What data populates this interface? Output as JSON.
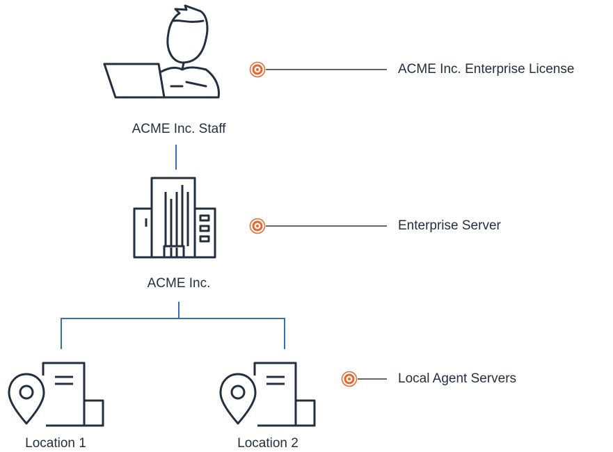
{
  "nodes": {
    "staff": {
      "label": "ACME Inc. Staff"
    },
    "company": {
      "label": "ACME Inc."
    },
    "location1": {
      "label": "Location 1"
    },
    "location2": {
      "label": "Location 2"
    }
  },
  "callouts": {
    "license": {
      "label": "ACME Inc. Enterprise License"
    },
    "enterprise_server": {
      "label": "Enterprise Server"
    },
    "local_agents": {
      "label": "Local Agent Servers"
    }
  },
  "icons": {
    "staff": "user-laptop-icon",
    "company": "office-building-icon",
    "location": "location-building-icon",
    "callout_marker": "target-marker-icon"
  },
  "colors": {
    "icon_stroke": "#232f3e",
    "connector": "#3b6db3",
    "callout_line": "#333333",
    "marker": "#e8662b"
  }
}
